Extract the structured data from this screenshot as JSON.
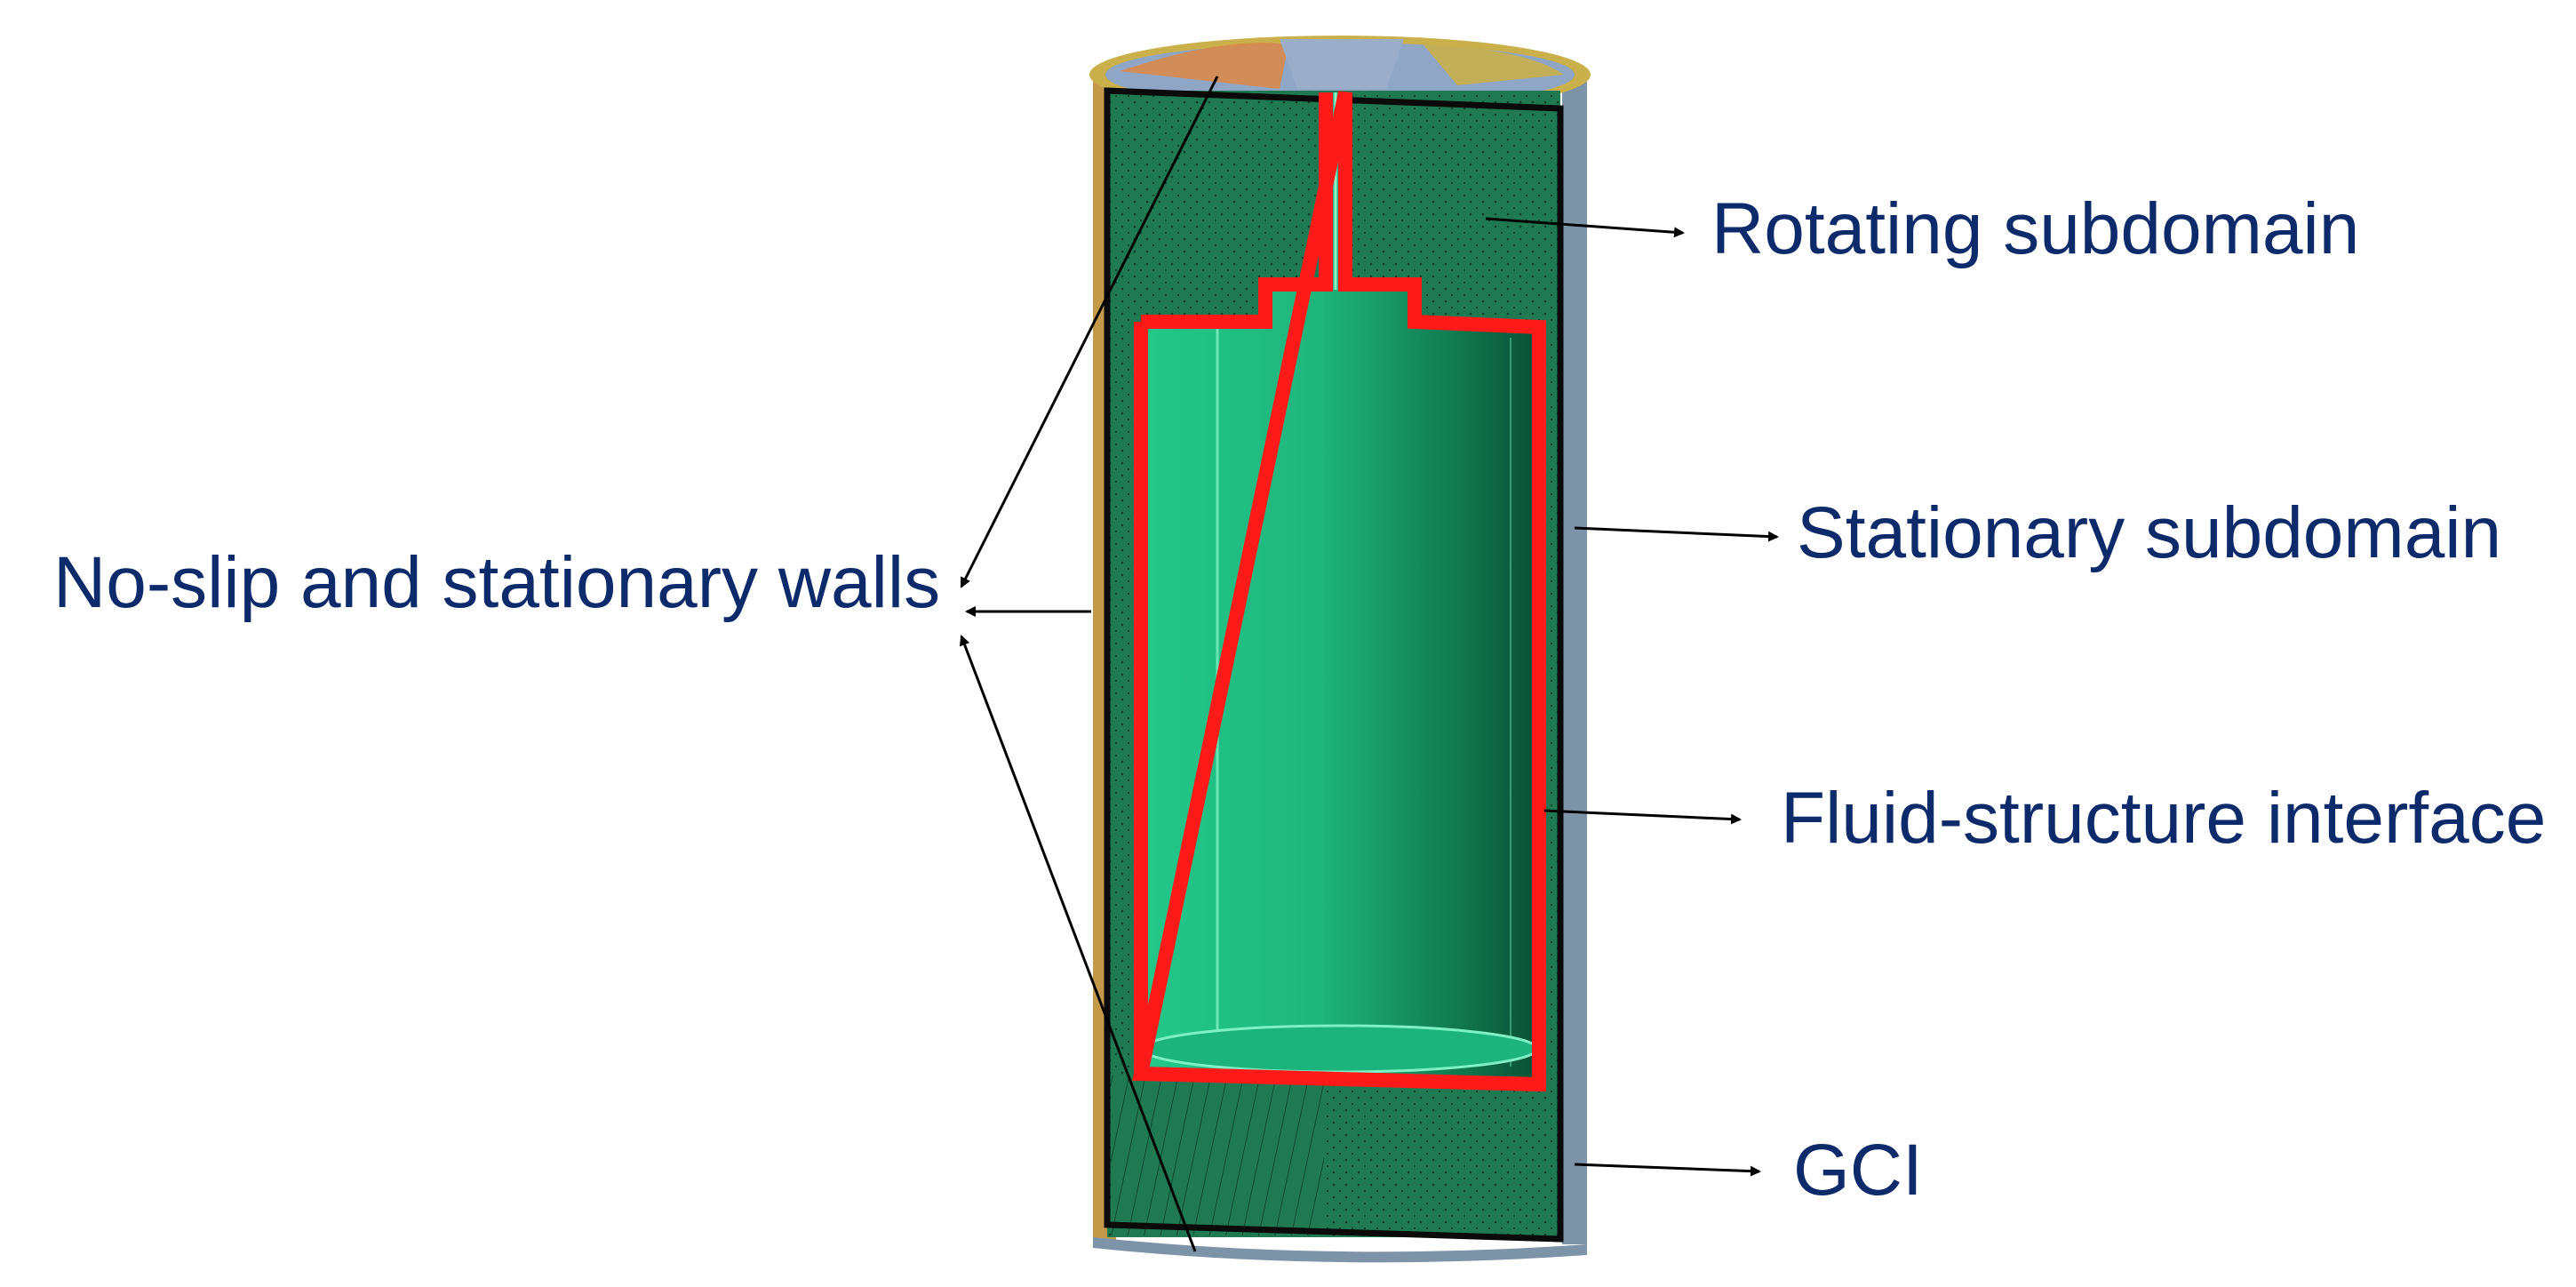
{
  "labels": {
    "no_slip": "No-slip and stationary walls",
    "rotating": "Rotating subdomain",
    "stationary": "Stationary subdomain",
    "fsi": "Fluid-structure interface",
    "gci": "GCI"
  },
  "colors": {
    "label_text": "#0d2a6b",
    "mesh_domain": "#1f7a52",
    "mesh_domain_dark": "#12583a",
    "structure_light": "#22c88a",
    "structure_dark": "#0b5a3a",
    "interface": "#ff1a1a",
    "outline": "#0a0a0a",
    "cap_gold": "#c9b04a",
    "cap_blue": "#8fa6c6",
    "cap_orange": "#d88a4a",
    "arrow": "#000000"
  }
}
